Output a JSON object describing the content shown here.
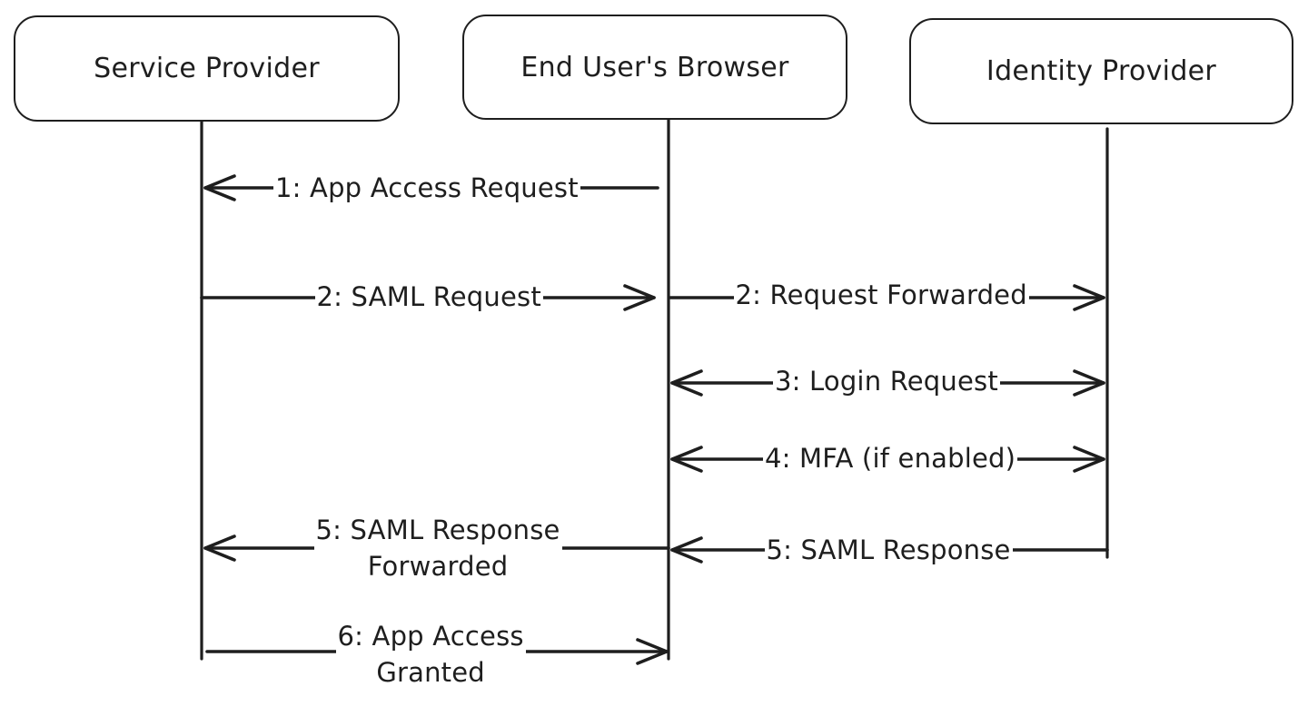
{
  "actors": [
    {
      "id": "sp",
      "label": "Service Provider"
    },
    {
      "id": "browser",
      "label": "End User's Browser"
    },
    {
      "id": "idp",
      "label": "Identity Provider"
    }
  ],
  "messages": [
    {
      "id": "m1",
      "lines": [
        "1: App Access Request"
      ],
      "from": "browser",
      "to": "sp",
      "bidirectional": false
    },
    {
      "id": "m2a",
      "lines": [
        "2: SAML Request"
      ],
      "from": "sp",
      "to": "browser",
      "bidirectional": false
    },
    {
      "id": "m2b",
      "lines": [
        "2: Request Forwarded"
      ],
      "from": "browser",
      "to": "idp",
      "bidirectional": false
    },
    {
      "id": "m3",
      "lines": [
        "3: Login Request"
      ],
      "from": "browser",
      "to": "idp",
      "bidirectional": true
    },
    {
      "id": "m4",
      "lines": [
        "4: MFA (if enabled)"
      ],
      "from": "browser",
      "to": "idp",
      "bidirectional": true
    },
    {
      "id": "m5a",
      "lines": [
        "5: SAML Response",
        "Forwarded"
      ],
      "from": "browser",
      "to": "sp",
      "bidirectional": false
    },
    {
      "id": "m5b",
      "lines": [
        "5: SAML Response"
      ],
      "from": "idp",
      "to": "browser",
      "bidirectional": false
    },
    {
      "id": "m6",
      "lines": [
        "6: App Access",
        "Granted"
      ],
      "from": "sp",
      "to": "browser",
      "bidirectional": false
    }
  ],
  "colors": {
    "stroke": "#1e1e1e",
    "background": "#ffffff"
  }
}
